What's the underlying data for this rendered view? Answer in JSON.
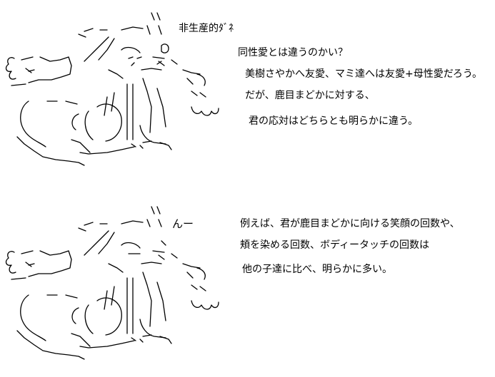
{
  "top_panel": {
    "label": "非生産的ﾀﾞﾈ",
    "dialogue": [
      "同性愛とは違うのかい？",
      "美樹さやかへ友愛、マミ達へは友愛+母性愛だろう。",
      "だが、鹿目まどかに対する、",
      "君の応対はどちらとも明らかに違う。"
    ]
  },
  "bottom_panel": {
    "label": "んー",
    "dialogue": [
      "例えば、君が鹿目まどかに向ける笑顔の回数や、",
      "頬を染める回数、ボディータッチの回数は",
      "他の子達に比べ、明らかに多い。"
    ]
  }
}
